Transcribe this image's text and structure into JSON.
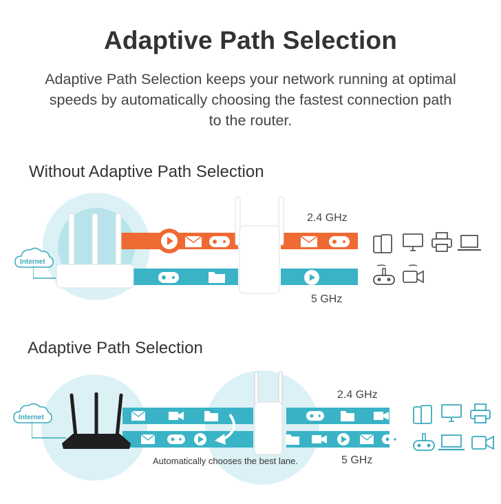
{
  "header": {
    "title": "Adaptive Path Selection",
    "subtitle": "Adaptive Path Selection keeps your network running at optimal speeds by automatically choosing the fastest connection path to the router."
  },
  "without_section": {
    "label": "Without Adaptive Path Selection",
    "internet": "Internet",
    "band_24": "2.4 GHz",
    "band_5": "5 GHz"
  },
  "with_section": {
    "label": "Adaptive Path Selection",
    "internet": "Internet",
    "band_24": "2.4 GHz",
    "band_5": "5 GHz",
    "caption": "Automatically chooses the best lane."
  },
  "colors": {
    "orange": "#ef6a33",
    "teal": "#3ab3c6",
    "accent_blue": "#39a9bd",
    "router_dark": "#1f1f1f"
  },
  "icons": [
    "play-icon",
    "mail-icon",
    "gamepad-icon",
    "folder-icon",
    "video-icon",
    "tablet-icon",
    "monitor-icon",
    "printer-icon",
    "laptop-icon",
    "robot-icon",
    "camera-icon",
    "cloud-icon"
  ]
}
